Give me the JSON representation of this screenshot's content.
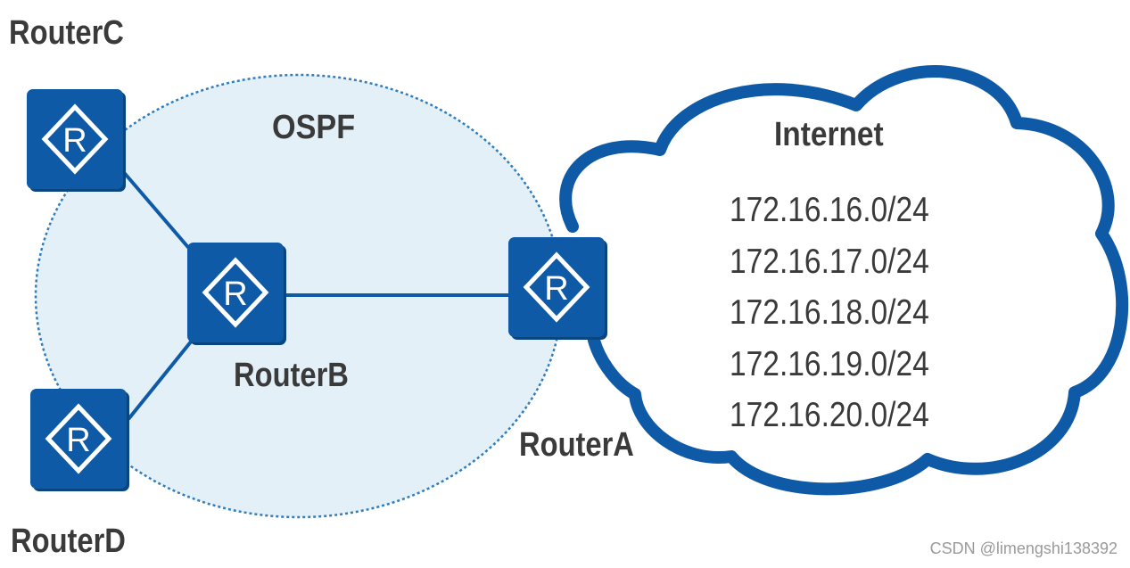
{
  "diagram": {
    "area_label": "OSPF",
    "cloud_label": "Internet",
    "routers": {
      "a": {
        "name": "RouterA",
        "icon_letter": "R"
      },
      "b": {
        "name": "RouterB",
        "icon_letter": "R"
      },
      "c": {
        "name": "RouterC",
        "icon_letter": "R"
      },
      "d": {
        "name": "RouterD",
        "icon_letter": "R"
      }
    },
    "subnets": [
      "172.16.16.0/24",
      "172.16.17.0/24",
      "172.16.18.0/24",
      "172.16.19.0/24",
      "172.16.20.0/24"
    ],
    "links": [
      {
        "from": "RouterC",
        "to": "RouterB"
      },
      {
        "from": "RouterD",
        "to": "RouterB"
      },
      {
        "from": "RouterB",
        "to": "RouterA"
      }
    ],
    "icon": "router-icon"
  },
  "watermark": "CSDN @limengshi138392",
  "colors": {
    "router_fill": "#0e5aa7",
    "router_shadow": "#09467f",
    "link": "#0e5aa7",
    "ospf_area_fill": "#e4f0f7",
    "ospf_area_border": "#2f7dbf",
    "cloud_outline": "#0e5aa7",
    "text": "#3a3a3a"
  }
}
